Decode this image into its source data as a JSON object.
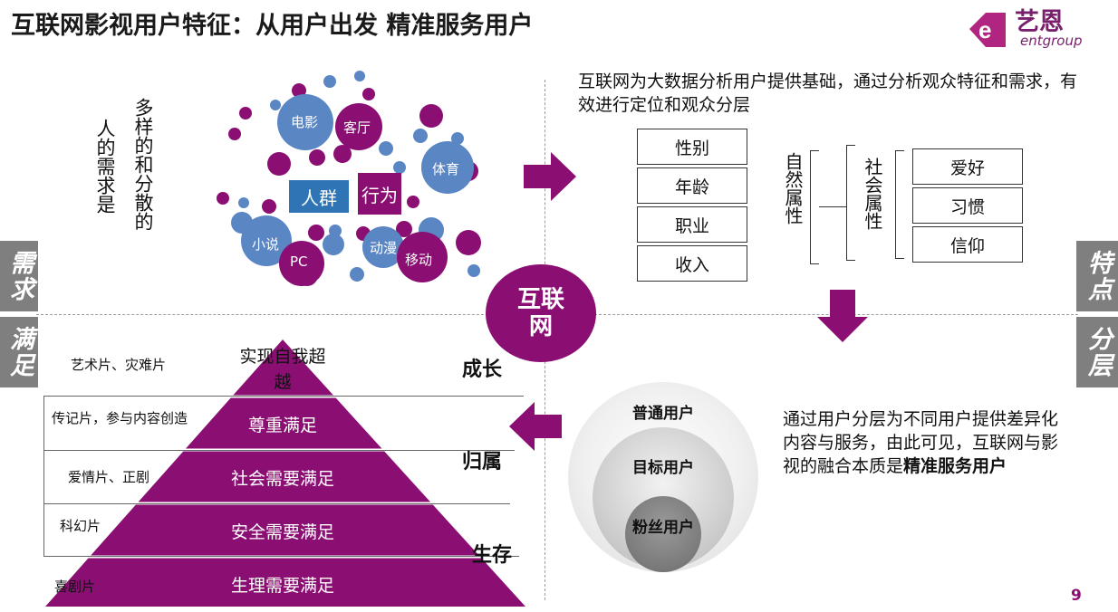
{
  "title": "互联网影视用户特征：从用户出发 精准服务用户",
  "logo": {
    "brand": "艺恩",
    "sub": "entgroup",
    "mark": "e"
  },
  "side_tabs": {
    "left_top": "需求",
    "left_bottom": "满足",
    "right_top": "特点",
    "right_bottom": "分层"
  },
  "demand_text_cols": [
    "多样的和分散的",
    "人的需求是"
  ],
  "bubbles": [
    {
      "label": "电影"
    },
    {
      "label": "客厅"
    },
    {
      "label": "体育"
    },
    {
      "label": "小说"
    },
    {
      "label": "PC"
    },
    {
      "label": "动漫"
    },
    {
      "label": "移动"
    }
  ],
  "center_tags": {
    "crowd": "人群",
    "behavior": "行为"
  },
  "hub": "互联网",
  "analysis_text": "互联网为大数据分析用户提供基础，通过分析观众特征和需求，有效进行定位和观众分层",
  "natural_attrs": {
    "label": "自然属性",
    "items": [
      "性别",
      "年龄",
      "职业",
      "收入"
    ]
  },
  "social_attrs": {
    "label": "社会属性",
    "items": [
      "爱好",
      "习惯",
      "信仰"
    ]
  },
  "pyramid": {
    "levels": [
      {
        "label": "实现自我超越",
        "genre": "艺术片、灾难片"
      },
      {
        "label": "尊重满足",
        "genre": "传记片，参与内容创造"
      },
      {
        "label": "社会需要满足",
        "genre": "爱情片、正剧"
      },
      {
        "label": "安全需要满足",
        "genre": "科幻片"
      },
      {
        "label": "生理需要满足",
        "genre": "喜剧片"
      }
    ],
    "tags": {
      "growth": "成长",
      "belong": "归属",
      "survive": "生存"
    }
  },
  "user_layers": {
    "outer": "普通用户",
    "middle": "目标用户",
    "inner": "粉丝用户"
  },
  "layer_text": {
    "plain": "通过用户分层为不同用户提供差异化内容与服务，由此可见，互联网与影视的融合本质是",
    "bold": "精准服务用户"
  },
  "page_number": "9",
  "colors": {
    "purple": "#8b0f73",
    "blue": "#5b86c4",
    "grey_tab": "#7f7f7f"
  }
}
